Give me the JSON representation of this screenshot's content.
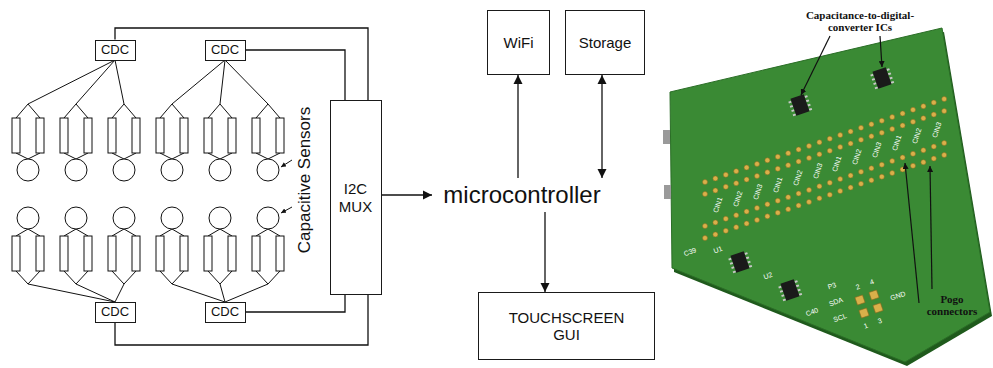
{
  "diagram": {
    "nodes": [
      {
        "text": [
          "CDC"
        ]
      },
      {
        "text": [
          "CDC"
        ]
      },
      {
        "text": [
          "WiFi"
        ]
      },
      {
        "text": [
          "Storage"
        ]
      },
      {
        "text": [
          "I2C MUX"
        ]
      },
      {
        "text": [
          "microcontroller"
        ]
      },
      {
        "text": [
          "CDC"
        ]
      },
      {
        "text": [
          "CDC"
        ]
      },
      {
        "text": [
          "TOUCHSCREEN GUI"
        ]
      }
    ],
    "edges": [
      {
        "from": 0,
        "to": 4,
        "arrow": "none"
      },
      {
        "from": 1,
        "to": 4,
        "arrow": "none"
      },
      {
        "from": 6,
        "to": 4,
        "arrow": "none"
      },
      {
        "from": 7,
        "to": 4,
        "arrow": "none"
      },
      {
        "from": 4,
        "to": 5,
        "arrow": "to"
      },
      {
        "from": 5,
        "to": 2,
        "arrow": "to"
      },
      {
        "from": 5,
        "to": 3,
        "arrow": "both"
      },
      {
        "from": 5,
        "to": 8,
        "arrow": "to"
      }
    ],
    "labels": [
      "Capacitive Sensors",
      "Capacitance-to-digital- converter ICs",
      "Pogo connectors",
      "CIN1",
      "CIN2",
      "CIN3",
      "CIN1",
      "CIN2",
      "CIN3",
      "CIN1",
      "CIN2",
      "CIN3",
      "CIN1",
      "CIN2",
      "CIN3",
      "U1",
      "U2",
      "P3",
      "SDA",
      "SCL",
      "GND",
      "C39",
      "C40",
      "1",
      "2",
      "3",
      "4"
    ]
  }
}
